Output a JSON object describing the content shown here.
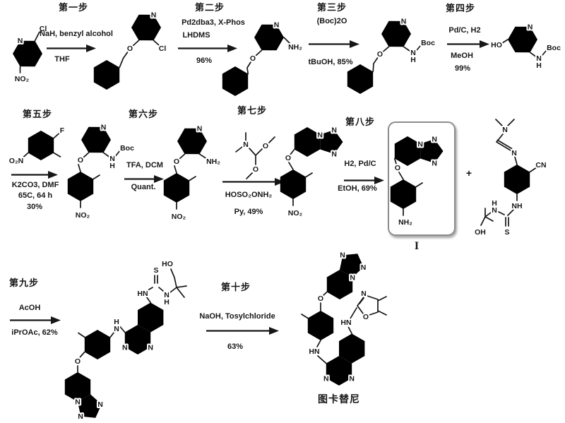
{
  "atoms": {
    "N": "N",
    "O": "O",
    "S": "S",
    "H": "H",
    "F": "F",
    "Cl": "Cl",
    "HO": "HO",
    "OH": "OH",
    "HN": "HN",
    "NH": "NH",
    "CN": "CN",
    "Boc": "Boc",
    "NH2": "NH₂",
    "NO2": "NO₂",
    "O2N": "O₂N"
  },
  "steps": [
    {
      "name": "第一步",
      "above": [
        "NaH, benzyl alcohol"
      ],
      "below": [
        "THF"
      ]
    },
    {
      "name": "第二步",
      "above": [
        "Pd2dba3, X-Phos",
        "LHDMS"
      ],
      "below": [
        "96%"
      ]
    },
    {
      "name": "第三步",
      "above": [
        "(Boc)2O"
      ],
      "below": [
        "tBuOH, 85%"
      ]
    },
    {
      "name": "第四步",
      "above": [
        "Pd/C, H2"
      ],
      "below": [
        "MeOH",
        "99%"
      ]
    },
    {
      "name": "第五步",
      "above": [],
      "below": [
        "K2CO3, DMF",
        "65C, 64 h",
        "30%"
      ]
    },
    {
      "name": "第六步",
      "above": [
        "TFA, DCM"
      ],
      "below": [
        "Quant."
      ]
    },
    {
      "name": "第七步",
      "above": [],
      "below": [
        "HOSO₂ONH₂",
        "Py, 49%"
      ]
    },
    {
      "name": "第八步",
      "above": [
        "H2, Pd/C"
      ],
      "below": [
        "EtOH, 69%"
      ]
    },
    {
      "name": "第九步",
      "above": [
        "AcOH"
      ],
      "below": [
        "iPrOAc, 62%"
      ]
    },
    {
      "name": "第十步",
      "above": [
        "NaOH, Tosylchloride"
      ],
      "below": [
        "63%"
      ]
    }
  ],
  "labels": {
    "intermediate": "I",
    "plus": "+",
    "product": "图卡替尼"
  },
  "colors": {
    "ink": "#161616",
    "box_border": "#8d8d8d",
    "background": "#ffffff"
  }
}
